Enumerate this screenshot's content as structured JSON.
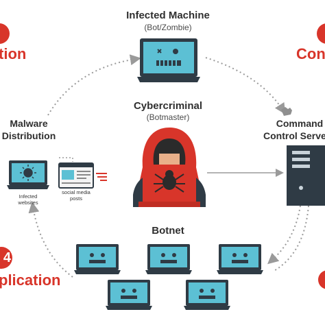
{
  "center": {
    "title": "Cybercriminal",
    "subtitle": "(Botmaster)"
  },
  "infected_machine": {
    "title": "Infected Machine",
    "subtitle": "(Bot/Zombie)"
  },
  "command_control": {
    "line1": "Command",
    "line2": "Control Server"
  },
  "malware_distribution": {
    "line1": "Malware",
    "line2": "Distribution"
  },
  "botnet": {
    "title": "Botnet"
  },
  "infected_websites": {
    "line1": "Infected",
    "line2": "websites"
  },
  "social_media_posts": {
    "line1": "social media",
    "line2": "posts"
  },
  "steps": {
    "left_top_label": "tion",
    "right_top_label": "Conn",
    "left_bottom_number": "4",
    "left_bottom_label": "plication"
  },
  "colors": {
    "accent_red": "#d8352a",
    "screen_teal": "#5cc0d4",
    "laptop_dark": "#2f3b45",
    "hood_red": "#d8352a",
    "arrow_gray": "#9a9a9a"
  }
}
